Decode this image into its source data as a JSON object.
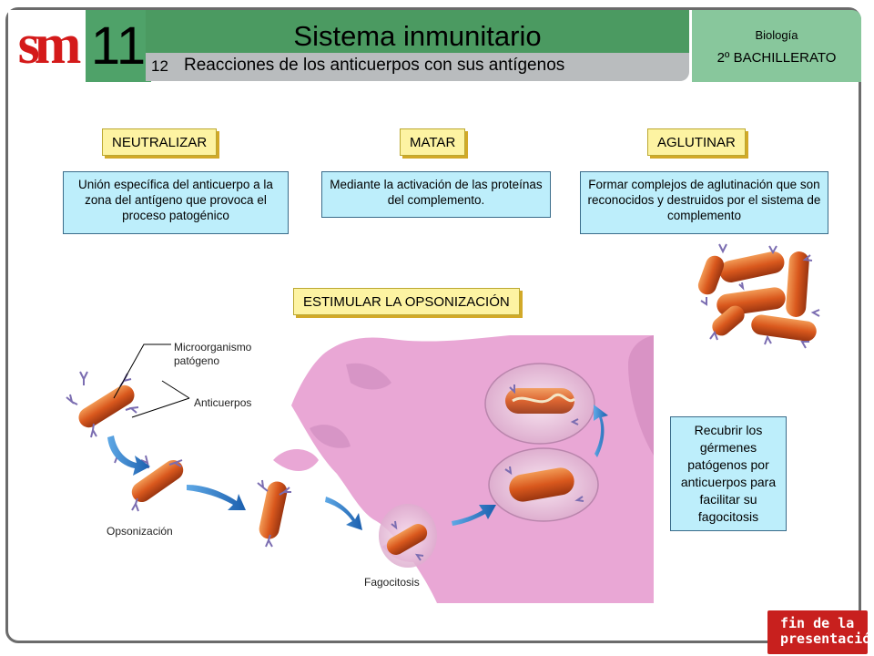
{
  "header": {
    "logo_text": "sm",
    "unit_number": "11",
    "title": "Sistema inmunitario",
    "section_number": "12",
    "section_title": "Reacciones de los anticuerpos con sus antígenos",
    "subject": "Biología",
    "grade": "2º BACHILLERATO"
  },
  "actions": [
    {
      "label": "NEUTRALIZAR",
      "description": "Unión específica del anticuerpo a la zona del antígeno que provoca el proceso patogénico"
    },
    {
      "label": "MATAR",
      "description": "Mediante la activación de las proteínas del complemento."
    },
    {
      "label": "AGLUTINAR",
      "description": "Formar complejos de aglutinación que son reconocidos y destruidos por el sistema de complemento"
    }
  ],
  "opsonization": {
    "label": "ESTIMULAR LA OPSONIZACIÓN",
    "description": "Recubrir los gérmenes patógenos por anticuerpos para facilitar su fagocitosis",
    "captions": {
      "microorganism": "Microorganismo patógeno",
      "antibodies": "Anticuerpos",
      "opsonization": "Opsonización",
      "phagocytosis": "Fagocitosis"
    }
  },
  "footer": {
    "end_button": "fin de la presentación"
  },
  "colors": {
    "title_green": "#4b9a61",
    "label_yellow": "#fdf3a2",
    "desc_blue": "#bdeefb",
    "cell_pink": "#e9a7d5",
    "bacteria_orange": "#d9581d",
    "end_red": "#c8201e"
  }
}
